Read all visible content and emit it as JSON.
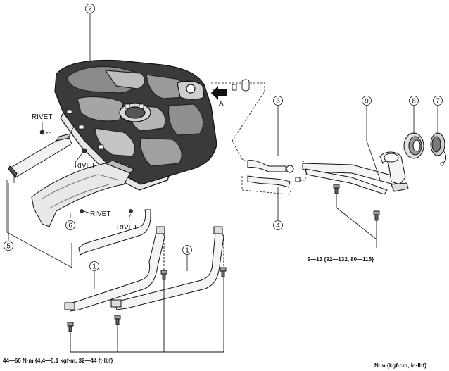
{
  "callouts": {
    "c1a": "1",
    "c1b": "1",
    "c2": "2",
    "c3": "3",
    "c4": "4",
    "c5": "5",
    "c6": "6",
    "c7": "7",
    "c8": "8",
    "c9": "9"
  },
  "labels": {
    "rivet_1": "RIVET",
    "rivet_2": "RIVET",
    "rivet_3": "RIVET",
    "rivet_4": "RIVET",
    "arrow_a": "A"
  },
  "torque": {
    "filler_pipe": "9—13 {92—132, 80—115}",
    "straps": "44—60 N·m {4.4—6.1 kgf·m, 32—44 ft·lbf}",
    "units": "N·m {kgf·cm, in·lbf}"
  }
}
